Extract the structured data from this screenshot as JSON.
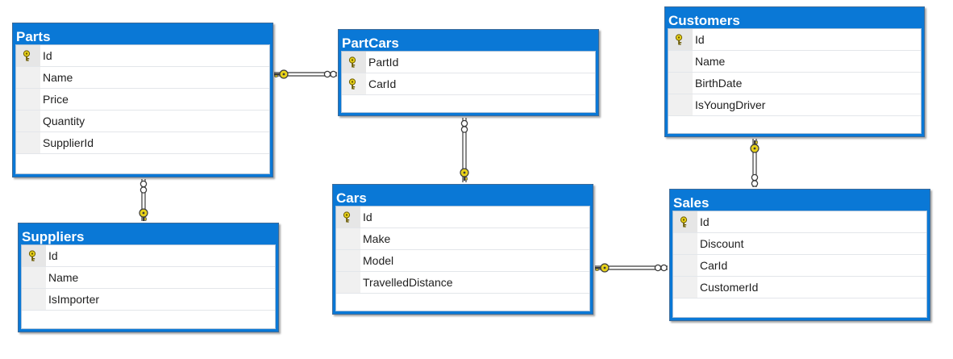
{
  "diagram": {
    "tables": [
      {
        "id": "parts",
        "title": "Parts",
        "columns": [
          {
            "name": "Id",
            "pk": true
          },
          {
            "name": "Name",
            "pk": false
          },
          {
            "name": "Price",
            "pk": false
          },
          {
            "name": "Quantity",
            "pk": false
          },
          {
            "name": "SupplierId",
            "pk": false
          }
        ]
      },
      {
        "id": "suppliers",
        "title": "Suppliers",
        "columns": [
          {
            "name": "Id",
            "pk": true
          },
          {
            "name": "Name",
            "pk": false
          },
          {
            "name": "IsImporter",
            "pk": false
          }
        ]
      },
      {
        "id": "partcars",
        "title": "PartCars",
        "columns": [
          {
            "name": "PartId",
            "pk": true
          },
          {
            "name": "CarId",
            "pk": true
          }
        ]
      },
      {
        "id": "cars",
        "title": "Cars",
        "columns": [
          {
            "name": "Id",
            "pk": true
          },
          {
            "name": "Make",
            "pk": false
          },
          {
            "name": "Model",
            "pk": false
          },
          {
            "name": "TravelledDistance",
            "pk": false
          }
        ]
      },
      {
        "id": "customers",
        "title": "Customers",
        "columns": [
          {
            "name": "Id",
            "pk": true
          },
          {
            "name": "Name",
            "pk": false
          },
          {
            "name": "BirthDate",
            "pk": false
          },
          {
            "name": "IsYoungDriver",
            "pk": false
          }
        ]
      },
      {
        "id": "sales",
        "title": "Sales",
        "columns": [
          {
            "name": "Id",
            "pk": true
          },
          {
            "name": "Discount",
            "pk": false
          },
          {
            "name": "CarId",
            "pk": false
          },
          {
            "name": "CustomerId",
            "pk": false
          }
        ]
      }
    ],
    "relationships": [
      {
        "from": "parts",
        "to": "partcars",
        "one_end": "parts",
        "many_end": "partcars"
      },
      {
        "from": "suppliers",
        "to": "parts",
        "one_end": "suppliers",
        "many_end": "parts"
      },
      {
        "from": "cars",
        "to": "partcars",
        "one_end": "cars",
        "many_end": "partcars"
      },
      {
        "from": "cars",
        "to": "sales",
        "one_end": "cars",
        "many_end": "sales"
      },
      {
        "from": "customers",
        "to": "sales",
        "one_end": "customers",
        "many_end": "sales"
      }
    ],
    "colors": {
      "title_bar": "#0a78d6",
      "title_text": "#ffffff",
      "key_icon": "#e8d21a",
      "connector": "#3c3c3c"
    }
  }
}
